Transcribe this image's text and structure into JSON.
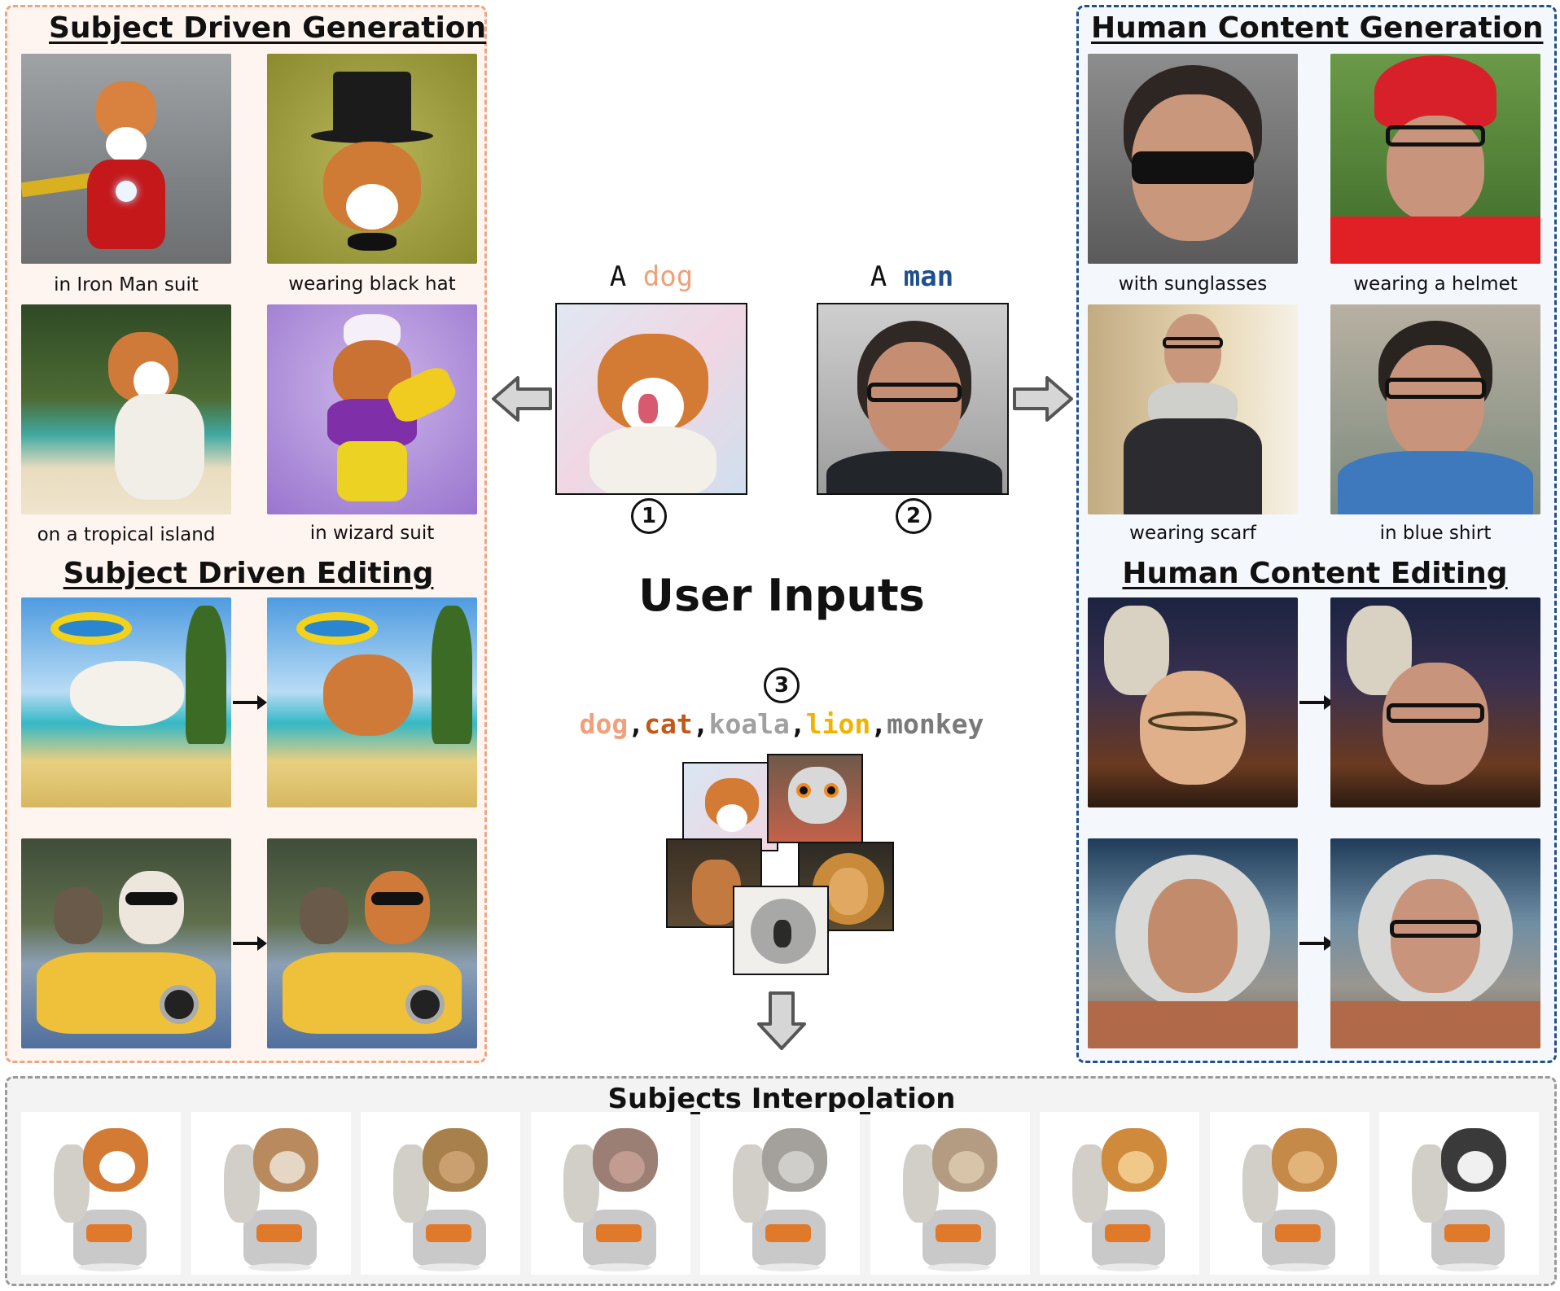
{
  "left_panel": {
    "generation_title": "Subject Driven Generation",
    "editing_title": "Subject Driven Editing",
    "captions": [
      "in Iron Man suit",
      "wearing black hat",
      "on a tropical island",
      "in wizard suit"
    ]
  },
  "right_panel": {
    "generation_title": "Human Content Generation",
    "editing_title": "Human Content Editing",
    "captions": [
      "with sunglasses",
      "wearing a helmet",
      "wearing scarf",
      "in blue shirt"
    ]
  },
  "center": {
    "prompt1": {
      "article": "A",
      "subject": "dog"
    },
    "prompt2": {
      "article": "A",
      "subject": "man"
    },
    "markers": [
      "1",
      "2",
      "3"
    ],
    "title": "User Inputs",
    "subjects": [
      {
        "word": "dog",
        "color": "#f0a07a"
      },
      {
        "word": "cat",
        "color": "#c0591a"
      },
      {
        "word": "koala",
        "color": "#a0a0a0"
      },
      {
        "word": "lion",
        "color": "#f0b400"
      },
      {
        "word": "monkey",
        "color": "#7a7a7a"
      }
    ],
    "separator": ", "
  },
  "bottom_panel": {
    "title": "Subjects Interpolation"
  },
  "colors": {
    "dog_accent": "#f0a07a",
    "man_accent": "#1f4f8c",
    "generation_border": "#f0a580",
    "human_border": "#1f4f8c",
    "interp_border": "#9a9a9a"
  }
}
